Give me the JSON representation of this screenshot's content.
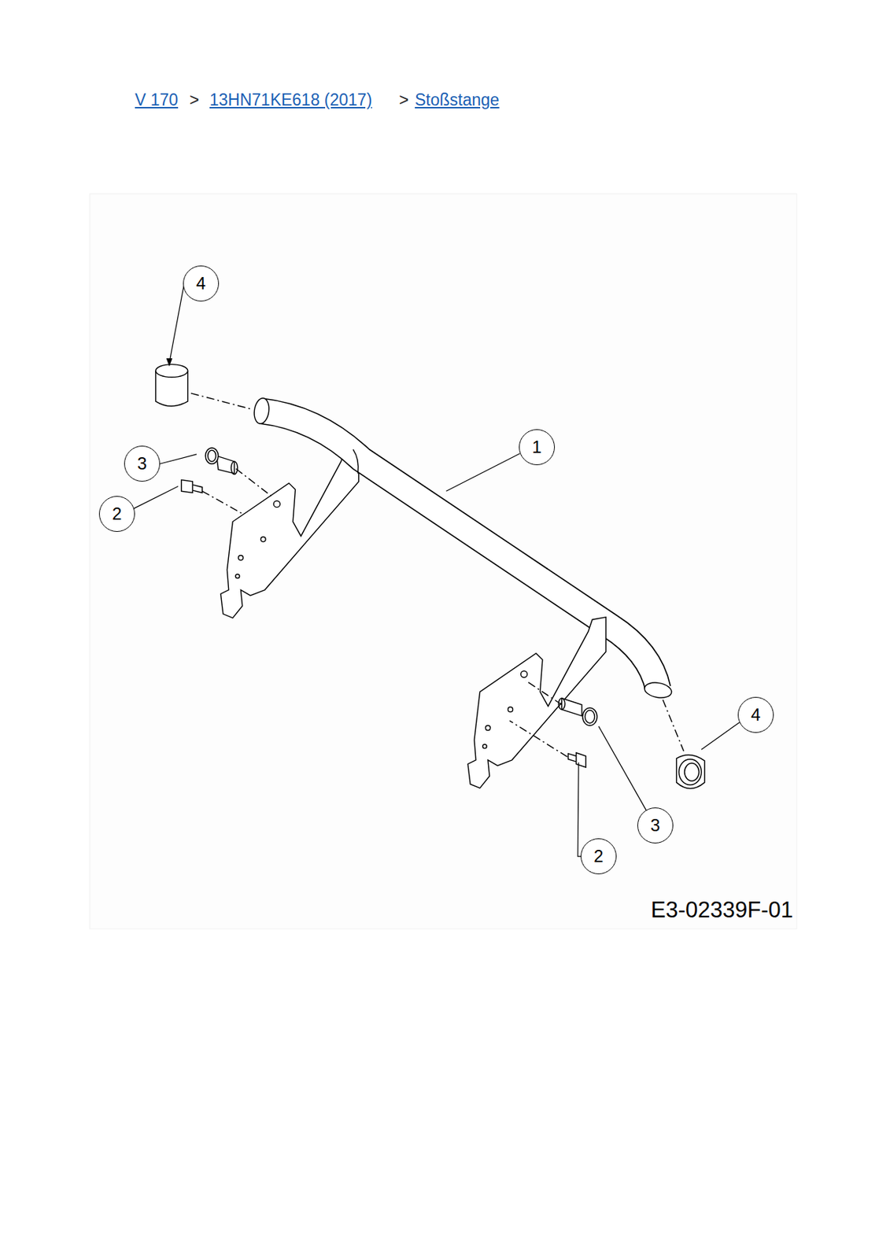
{
  "diagram": {
    "nodes": [
      {
        "text": [
          "4"
        ]
      },
      {
        "text": [
          "1"
        ]
      },
      {
        "text": [
          "3"
        ]
      },
      {
        "text": [
          "2"
        ]
      },
      {
        "text": [
          "4"
        ]
      },
      {
        "text": [
          "3"
        ]
      },
      {
        "text": [
          "2"
        ]
      }
    ],
    "labels": [
      "V 170",
      ">",
      "13HN71KE618 (2017)",
      ">",
      "Stoßstange",
      "E3-02339F-01"
    ]
  }
}
